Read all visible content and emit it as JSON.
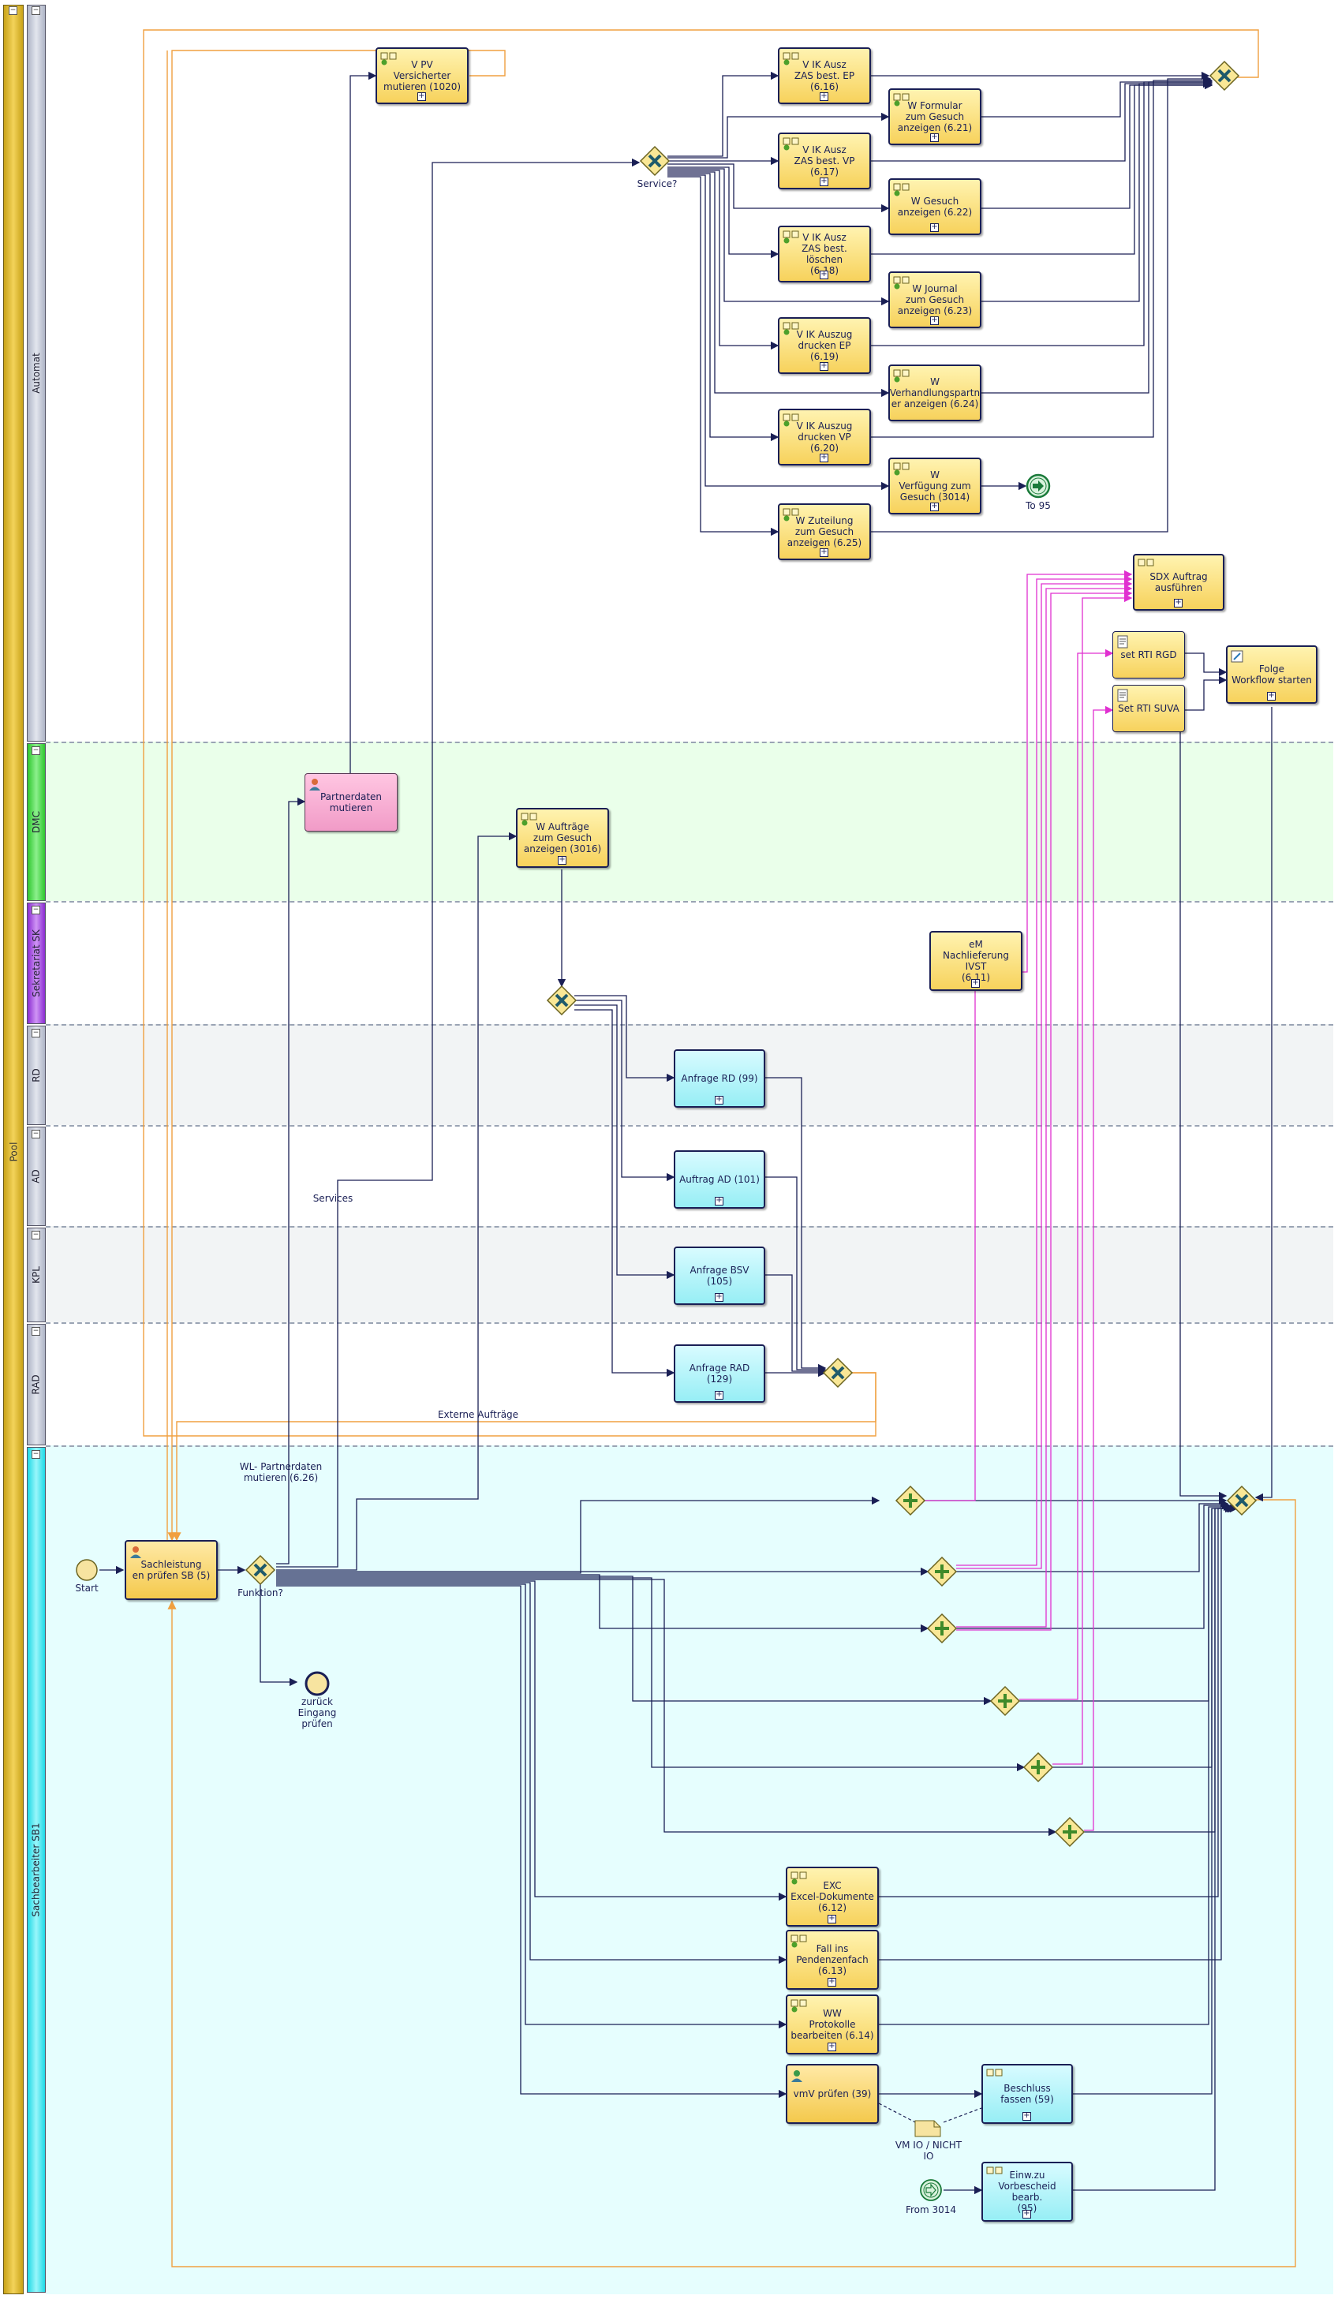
{
  "pool": {
    "label": "Pool"
  },
  "lanes": {
    "automat": "Automat",
    "dmc": "DMC",
    "sekretariat": "Sekretariat SK",
    "rd": "RD",
    "ad": "AD",
    "kpl": "KPL",
    "rad": "RAD",
    "sb1": "Sachbearbeiter SB1"
  },
  "colors": {
    "flow": "#1a1f55",
    "orange_flow": "#f0a040",
    "magenta_flow": "#e030d0",
    "task_fill": "#f7d25c",
    "dmc_lane": "#eaffea",
    "sb1_lane": "#e6fefe"
  },
  "tasks": {
    "v_pv": "V PV\nVersicherter\nmutieren (1020)",
    "v_ik_ep": "V IK Ausz\nZAS best. EP (6.16)",
    "w_formular": "W Formular\nzum Gesuch\nanzeigen (6.21)",
    "v_ik_vp": "V IK Ausz\nZAS best. VP (6.17)",
    "w_gesuch": "W Gesuch\nanzeigen (6.22)",
    "v_ik_loeschen": "V IK Ausz\nZAS best. löschen\n(6.18)",
    "w_journal": "W Journal\nzum Gesuch\nanzeigen (6.23)",
    "v_ik_drucken_ep": "V IK Auszug\ndrucken EP (6.19)",
    "w_verhandlung": "W\nVerhandlungspartn\ner anzeigen (6.24)",
    "v_ik_drucken_vp": "V IK Auszug\ndrucken VP (6.20)",
    "w_verfuegung": "W\nVerfügung zum\nGesuch (3014)",
    "w_zuteilung": "W Zuteilung\nzum Gesuch\nanzeigen (6.25)",
    "sdx_auftrag": "SDX Auftrag\nausführen",
    "set_rti_rgd": "set RTI RGD",
    "set_rti_suva": "Set RTI SUVA",
    "folge_workflow": "Folge\nWorkflow starten",
    "partnerdaten": "Partnerdaten\nmutieren",
    "w_auftraege": "W Aufträge\nzum Gesuch\nanzeigen (3016)",
    "em_nachlieferung": "eM\nNachlieferung IVST\n(6.11)",
    "anfrage_rd": "Anfrage RD (99)",
    "auftrag_ad": "Auftrag AD (101)",
    "anfrage_bsv": "Anfrage BSV (105)",
    "anfrage_rad": "Anfrage RAD (129)",
    "sachleistung": "Sachleistung\nen prüfen SB (5)",
    "exc_excel": "EXC\nExcel-Dokumente\n(6.12)",
    "fall_ins": "Fall ins\nPendenzenfach\n(6.13)",
    "ww_protokolle": "WW\nProtokolle\nbearbeiten (6.14)",
    "vmv_pruefen": "vmV prüfen (39)",
    "beschluss": "Beschluss\nfassen (59)",
    "einw_vorbescheid": "Einw.zu\nVorbescheid bearb.\n(95)"
  },
  "labels": {
    "service_gateway": "Service?",
    "funktion_gateway": "Funktion?",
    "to_95": "To 95",
    "start": "Start",
    "zurueck": "zurück\nEingang\nprüfen",
    "services": "Services",
    "externe_auftraege": "Externe Aufträge",
    "wl_partnerdaten": "WL- Partnerdaten\nmutieren (6.26)",
    "vm_io": "VM IO / NICHT\nIO",
    "from_3014": "From 3014"
  }
}
